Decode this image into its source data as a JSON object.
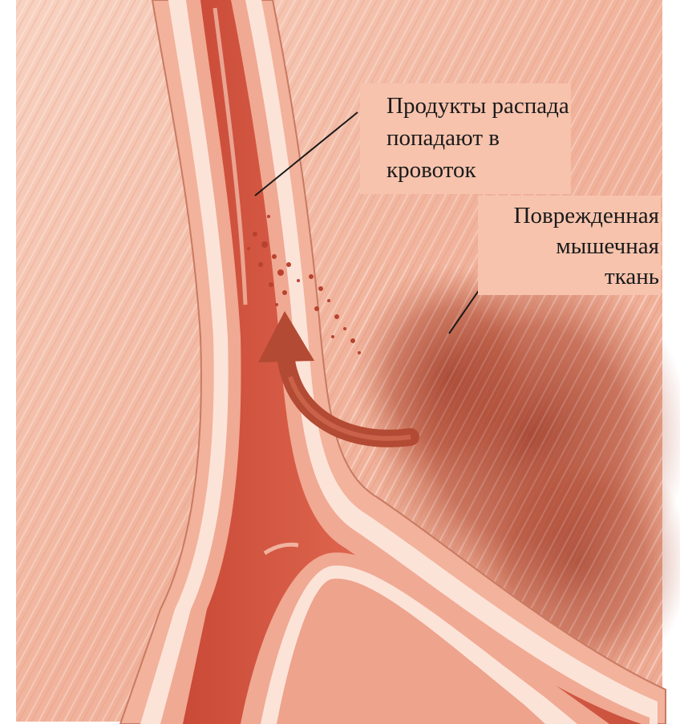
{
  "labels": {
    "breakdown_products": {
      "lines": [
        "Продукты распада",
        "попадают в",
        "кровоток"
      ]
    },
    "damaged_tissue": {
      "lines": [
        "Поврежденная",
        "мышечная",
        "ткань"
      ]
    }
  },
  "colors": {
    "muscle_light": "#f6cbb8",
    "muscle_mid": "#eda48c",
    "vessel_lumen": "#d9604a",
    "vessel_wall": "#f4b9a4",
    "damaged_tissue": "#a8432f",
    "arrow": "#b34a33",
    "label_background": "#f7c3ad",
    "leader_line": "#1a1a1a"
  }
}
